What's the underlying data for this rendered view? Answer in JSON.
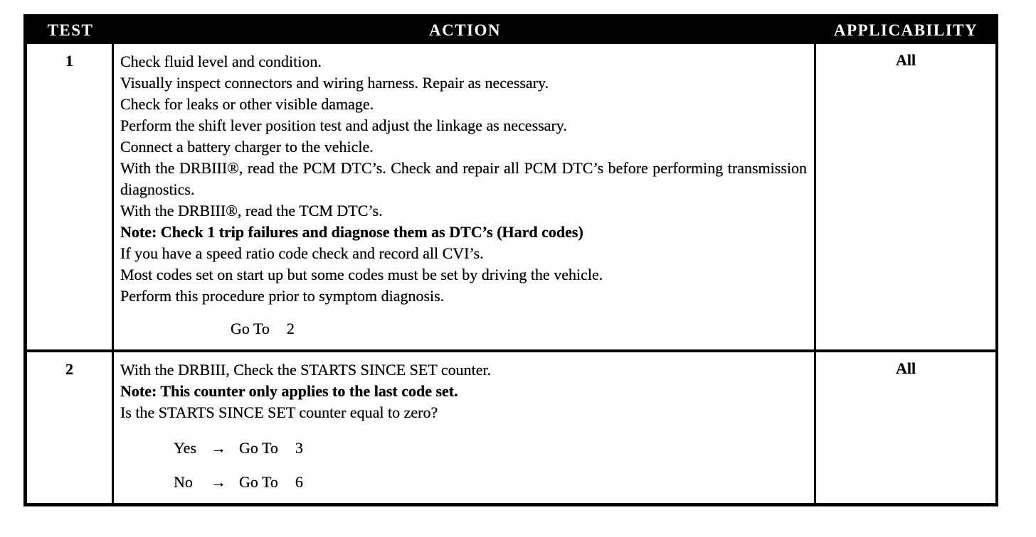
{
  "table": {
    "headers": {
      "test": "TEST",
      "action": "ACTION",
      "applicability": "APPLICABILITY"
    },
    "rows": [
      {
        "test": "1",
        "applicability": "All",
        "lines": [
          {
            "text": "Check fluid level and condition."
          },
          {
            "text": "Visually inspect connectors and wiring harness. Repair as necessary."
          },
          {
            "text": "Check for leaks or other visible damage."
          },
          {
            "text": "Perform the shift lever position test and adjust the linkage as necessary."
          },
          {
            "text": "Connect a battery charger to the vehicle."
          },
          {
            "text": "With the DRBIII®, read the PCM DTC’s. Check and repair all PCM DTC’s before performing transmission diagnostics."
          },
          {
            "text": "With the DRBIII®, read the TCM DTC’s."
          },
          {
            "text": "Note: Check 1 trip failures and diagnose them as DTC’s (Hard codes)"
          },
          {
            "text": "If you have a speed ratio code check and record all CVI’s."
          },
          {
            "text": "Most codes set on start up but some codes must be set by driving the vehicle."
          },
          {
            "text": "Perform this procedure prior to symptom diagnosis."
          }
        ],
        "goto": {
          "label": "Go To",
          "target": "2"
        }
      },
      {
        "test": "2",
        "applicability": "All",
        "lines": [
          {
            "text": "With the DRBIII, Check the STARTS SINCE SET counter."
          },
          {
            "text": "Note: This counter only applies to the last code set."
          },
          {
            "text": "Is the STARTS SINCE SET counter equal to zero?"
          }
        ],
        "results": [
          {
            "answer": "Yes",
            "arrow": "→",
            "action": "Go To",
            "target": "3"
          },
          {
            "answer": "No",
            "arrow": "→",
            "action": "Go To",
            "target": "6"
          }
        ]
      }
    ]
  }
}
